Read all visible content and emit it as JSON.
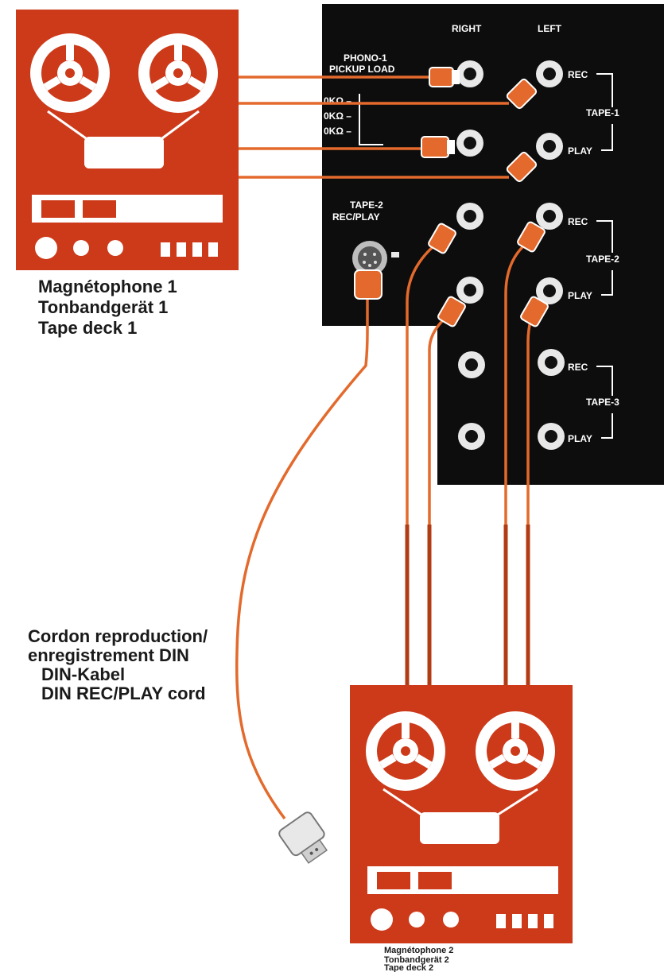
{
  "colors": {
    "deck": "#cc3a1a",
    "panel": "#0d0d0d",
    "cable": "#e36a2c",
    "cable_dark": "#b13c14",
    "jack_ring": "#e8e8e8"
  },
  "panel": {
    "col_right": "RIGHT",
    "col_left": "LEFT",
    "phono_line1": "PHONO-1",
    "phono_line2": "PICKUP LOAD",
    "load_1": "0KΩ –",
    "load_2": "0KΩ –",
    "load_3": "0KΩ –",
    "tape2_din_line1": "TAPE-2",
    "tape2_din_line2": "REC/PLAY",
    "tape1_rec": "REC",
    "tape1_name": "TAPE-1",
    "tape1_play": "PLAY",
    "tape2_rec": "REC",
    "tape2_name": "TAPE-2",
    "tape2_play": "PLAY",
    "tape3_rec": "REC",
    "tape3_name": "TAPE-3",
    "tape3_play": "PLAY"
  },
  "deck1_label": {
    "line1": "Magnétophone 1",
    "line2": "Tonbandgerät 1",
    "line3": "Tape deck 1"
  },
  "deck2_label": {
    "line1": "Magnétophone 2",
    "line2": "Tonbandgerät 2",
    "line3": "Tape deck 2"
  },
  "cord_label": {
    "line1": "Cordon reproduction/",
    "line2": "enregistrement DIN",
    "line3": "DIN-Kabel",
    "line4": "DIN REC/PLAY cord"
  }
}
